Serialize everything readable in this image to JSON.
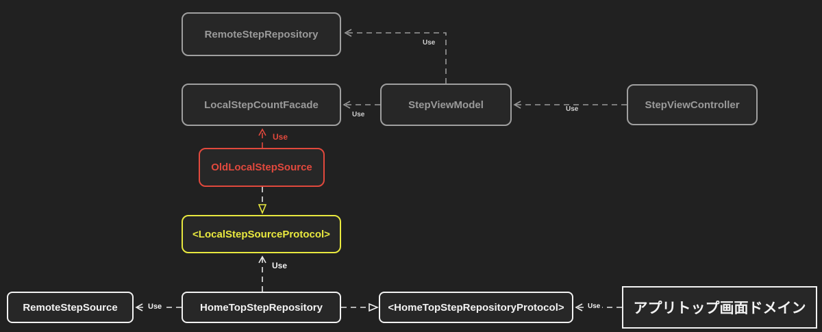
{
  "diagram": {
    "colors": {
      "bg": "#212121",
      "node-fill": "#272727",
      "gray": "#9a9a9a",
      "gray-border": "#a0a0a0",
      "line-gray": "#9a9a9a",
      "label-gray": "#cfcfcf",
      "red": "#e2493d",
      "yellow": "#e9e93f",
      "white": "#f2f2f2",
      "white-line": "#e8e8e8"
    },
    "nodes": {
      "remote_step_repository": {
        "label": "RemoteStepRepository"
      },
      "local_step_count_facade": {
        "label": "LocalStepCountFacade"
      },
      "step_view_model": {
        "label": "StepViewModel"
      },
      "step_view_controller": {
        "label": "StepViewController"
      },
      "old_local_step_source": {
        "label": "OldLocalStepSource"
      },
      "local_step_source_protocol": {
        "label": "<LocalStepSourceProtocol>"
      },
      "remote_step_source": {
        "label": "RemoteStepSource"
      },
      "home_top_step_repository": {
        "label": "HomeTopStepRepository"
      },
      "home_top_step_repository_protocol": {
        "label": "<HomeTopStepRepositoryProtocol>"
      },
      "app_top_domain": {
        "label": "アプリトップ画面ドメイン"
      }
    },
    "edges": {
      "view_model_uses_remote_repository": {
        "label": "Use",
        "from": "StepViewModel",
        "to": "RemoteStepRepository",
        "style": "dashed-open-arrow"
      },
      "view_model_uses_facade": {
        "label": "Use",
        "from": "StepViewModel",
        "to": "LocalStepCountFacade",
        "style": "dashed-open-arrow"
      },
      "controller_uses_view_model": {
        "label": "Use",
        "from": "StepViewController",
        "to": "StepViewModel",
        "style": "dashed-open-arrow"
      },
      "old_source_uses_facade": {
        "label": "Use",
        "from": "OldLocalStepSource",
        "to": "LocalStepCountFacade",
        "style": "dashed-open-arrow",
        "color": "#e2493d"
      },
      "old_source_conforms_protocol": {
        "from": "OldLocalStepSource",
        "to": "<LocalStepSourceProtocol>",
        "style": "dashed-hollow-triangle"
      },
      "home_repo_uses_local_protocol": {
        "label": "Use",
        "from": "HomeTopStepRepository",
        "to": "<LocalStepSourceProtocol>",
        "style": "dashed-open-arrow"
      },
      "home_repo_uses_remote_source": {
        "label": "Use",
        "from": "HomeTopStepRepository",
        "to": "RemoteStepSource",
        "style": "dashed-open-arrow"
      },
      "home_repo_conforms_repo_protocol": {
        "from": "HomeTopStepRepository",
        "to": "<HomeTopStepRepositoryProtocol>",
        "style": "dashed-hollow-triangle"
      },
      "domain_uses_repo_protocol": {
        "label": "Use",
        "from": "アプリトップ画面ドメイン",
        "to": "<HomeTopStepRepositoryProtocol>",
        "style": "dashed-open-arrow"
      }
    }
  }
}
